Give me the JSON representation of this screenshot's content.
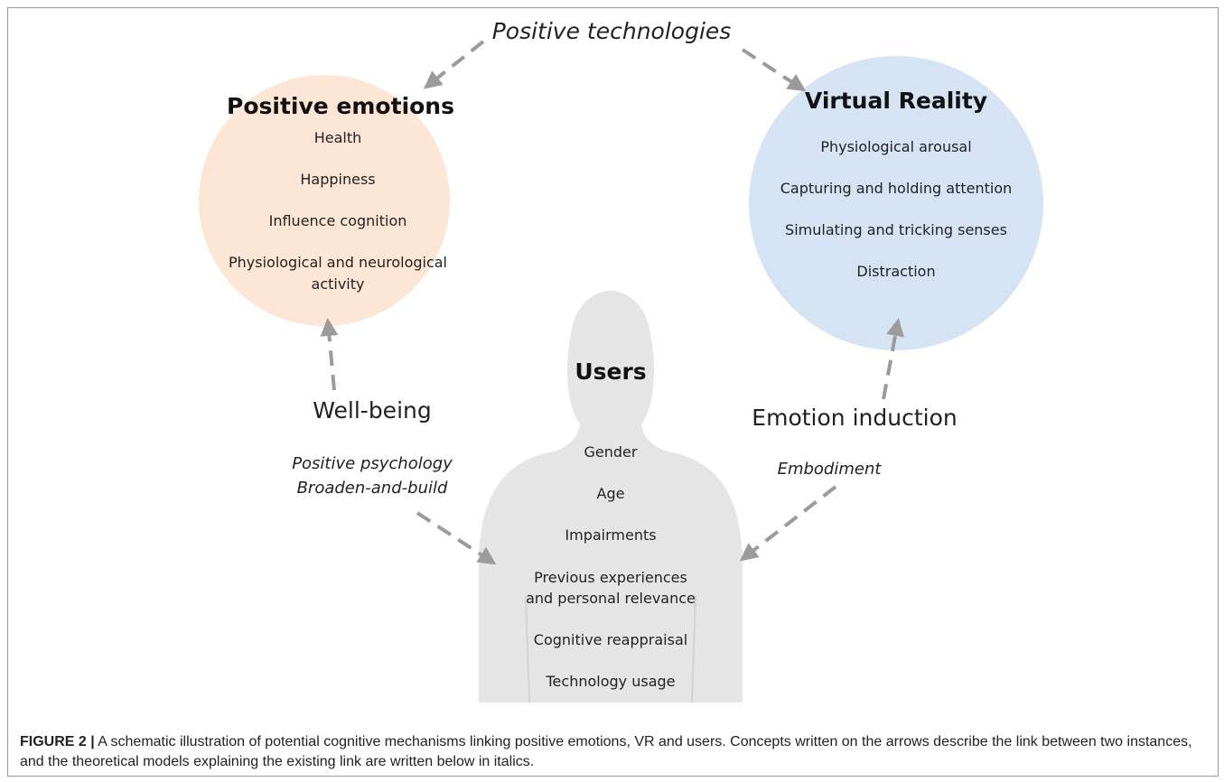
{
  "top_link": "Positive technologies",
  "positive_emotions": {
    "title": "Positive emotions",
    "items": [
      "Health",
      "Happiness",
      "Influence cognition",
      "Physiological and neurological",
      "activity"
    ],
    "color": "#fde6d5"
  },
  "virtual_reality": {
    "title": "Virtual Reality",
    "items": [
      "Physiological arousal",
      "Capturing and holding attention",
      "Simulating and tricking senses",
      "Distraction"
    ],
    "color": "#d6e3f5"
  },
  "users": {
    "title": "Users",
    "items": [
      "Gender",
      "Age",
      "Impairments",
      "Previous experiences",
      "and personal relevance",
      "Cognitive reappraisal",
      "Technology usage"
    ],
    "color": "#e5e5e5"
  },
  "left_link": {
    "label": "Well-being",
    "models": [
      "Positive psychology",
      "Broaden-and-build"
    ]
  },
  "right_link": {
    "label": "Emotion induction",
    "models": [
      "Embodiment"
    ]
  },
  "caption": {
    "figure_label": "FIGURE 2 |",
    "text": "A schematic illustration of potential cognitive mechanisms linking positive emotions, VR and users. Concepts written on the arrows describe the link between two instances, and the theoretical models explaining the existing link are written below in italics."
  },
  "arrow_color": "#9b9b9b"
}
